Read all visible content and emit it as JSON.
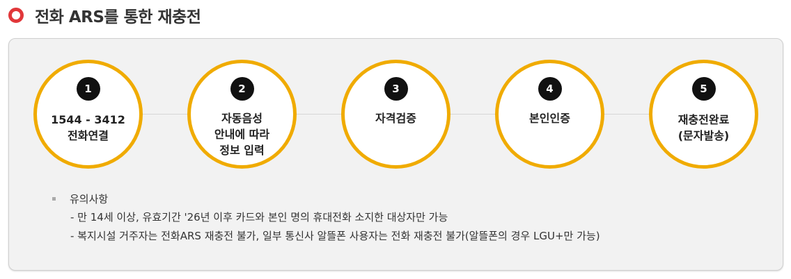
{
  "header": {
    "title": "전화 ARS를 통한 재충전"
  },
  "steps": [
    {
      "number": "1",
      "label": "1544 - 3412\n전화연결"
    },
    {
      "number": "2",
      "label": "자동음성\n안내에 따라\n정보 입력"
    },
    {
      "number": "3",
      "label": "자격검증"
    },
    {
      "number": "4",
      "label": "본인인증"
    },
    {
      "number": "5",
      "label": "재충전완료\n(문자발송)"
    }
  ],
  "notes": {
    "heading": "유의사항",
    "items": [
      "- 만 14세 이상, 유효기간 '26년 이후 카드와 본인 명의 휴대전화 소지한 대상자만 가능",
      "- 복지시설 거주자는 전화ARS 재충전 불가, 일부 통신사 알뜰폰 사용자는 전화 재충전 불가(알뜰폰의 경우 LGU+만 가능)"
    ]
  },
  "colors": {
    "accent": "#f0ab00",
    "title_bullet": "#e1373a",
    "panel_bg": "#f2f2f2"
  }
}
